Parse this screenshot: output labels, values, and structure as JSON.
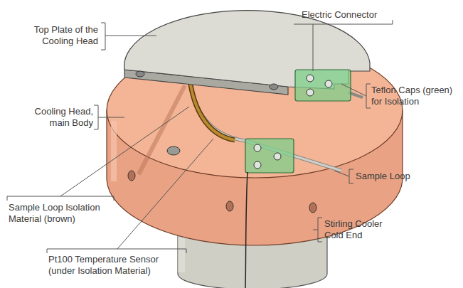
{
  "diagram": {
    "labels": [
      "Electric Connector",
      "Top Plate of the Cooling Head",
      "Teflon Caps (green) for Isolation",
      "Cooling Head, main Body",
      "Sample Loop",
      "Sample Loop Isolation Material (brown)",
      "Stirling Cooler Cold End",
      "Pt100 Temperature Sensor (under Isolation Material)"
    ]
  }
}
